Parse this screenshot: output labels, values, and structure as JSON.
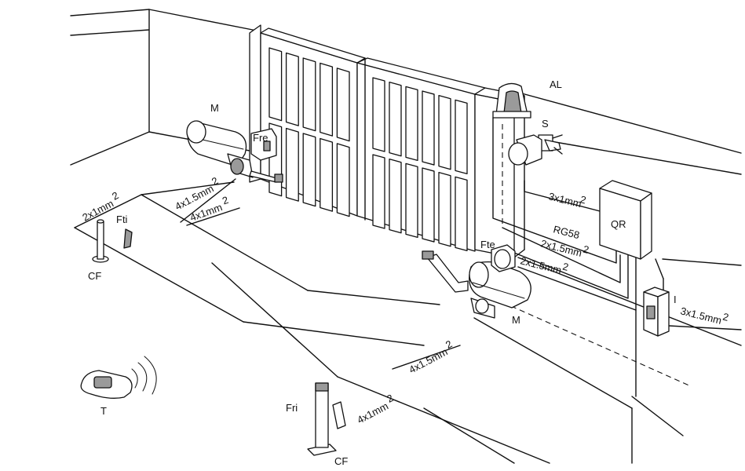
{
  "labels": {
    "M_left": "M",
    "M_right": "M",
    "Fre": "Fre",
    "Fte": "Fte",
    "Fti": "Fti",
    "Fri": "Fri",
    "CF_left": "CF",
    "CF_bottom": "CF",
    "AL": "AL",
    "S": "S",
    "QR": "QR",
    "I": "I",
    "T": "T"
  },
  "cables": {
    "c_2x1_left": "2x1mm",
    "c_4x15_left": "4x1.5mm",
    "c_4x1_left": "4x1mm",
    "c_3x1": "3x1mm",
    "c_rg58": "RG58",
    "c_2x15_a": "2x1.5mm",
    "c_2x15_b": "2x1.5mm",
    "c_3x15": "3x1.5mm",
    "c_4x15_bottom": "4x1.5mm",
    "c_4x1_bottom": "4x1mm",
    "sup": "2"
  }
}
